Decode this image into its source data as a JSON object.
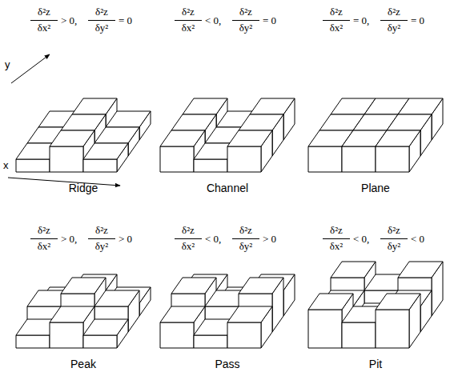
{
  "diagram": {
    "labels": [
      "δ²z",
      "δx²",
      "> 0,",
      "δ²z",
      "δy²",
      "= 0",
      "Ridge",
      "δ²z",
      "δx²",
      "< 0,",
      "δ²z",
      "δy²",
      "= 0",
      "Channel",
      "δ²z",
      "δx²",
      "= 0,",
      "δ²z",
      "δy²",
      "= 0",
      "Plane",
      "δ²z",
      "δx²",
      "> 0,",
      "δ²z",
      "δy²",
      "> 0",
      "Peak",
      "δ²z",
      "δx²",
      "< 0,",
      "δ²z",
      "δy²",
      "> 0",
      "Pass",
      "δ²z",
      "δx²",
      "< 0,",
      "δ²z",
      "δy²",
      "< 0",
      "Pit",
      "y",
      "x"
    ]
  }
}
